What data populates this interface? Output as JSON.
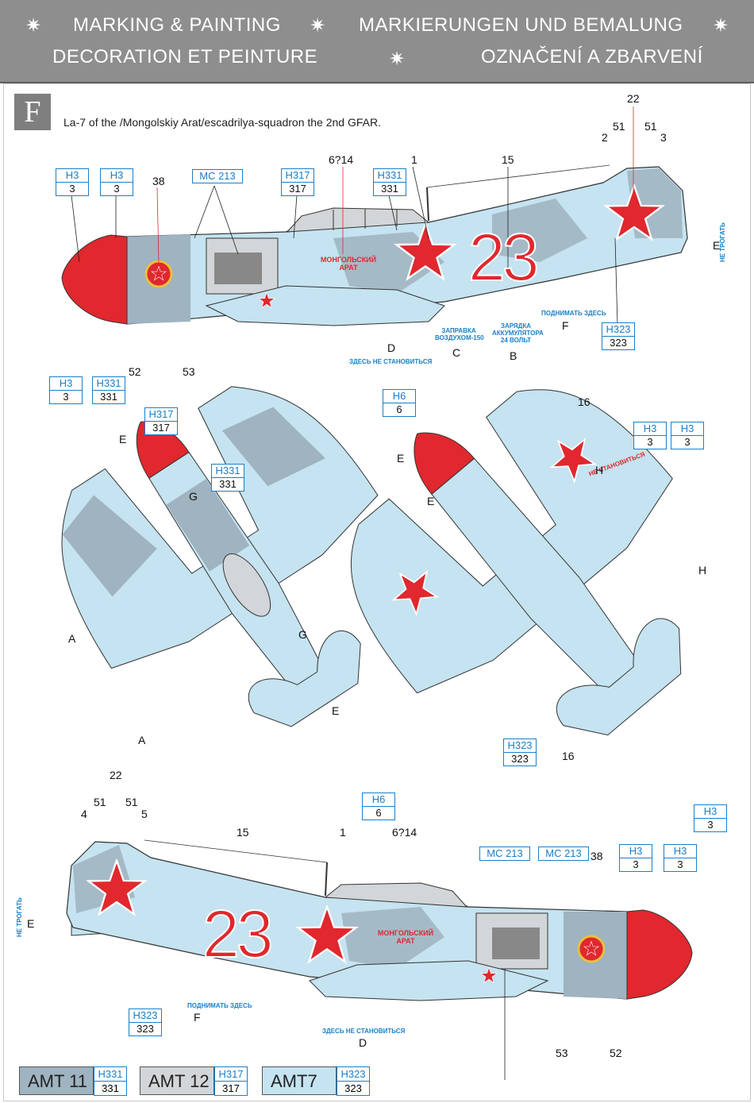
{
  "header": {
    "line1_left": "MARKING & PAINTING",
    "line1_right": "MARKIERUNGEN UND BEMALUNG",
    "line2_left": "DECORATION ET PEINTURE",
    "line2_right": "OZNAČENÍ A ZBARVENÍ",
    "separator": "✷"
  },
  "section_letter": "F",
  "caption": "La-7 of the /Mongolskiy Arat/escadrilya-squadron the 2nd GFAR.",
  "side_top": {
    "codes": [
      {
        "name": "H3",
        "num": "3"
      },
      {
        "name": "H3",
        "num": "3"
      },
      {
        "name": "MC 213",
        "num": ""
      },
      {
        "name": "H317",
        "num": "317"
      },
      {
        "name": "H331",
        "num": "331"
      },
      {
        "name": "H323",
        "num": "323"
      }
    ],
    "callouts": [
      "38",
      "6?14",
      "1",
      "15",
      "22",
      "2",
      "51",
      "51",
      "3",
      "E",
      "52",
      "53",
      "D",
      "C",
      "B",
      "F"
    ],
    "tail_number": "23",
    "fuselage_text": "МОНГОЛЬСКИЙ АРАТ",
    "notes": {
      "no_step": "ЗДЕСЬ НЕ СТАНОВИТЬСЯ",
      "air_fill": "ЗАПРАВКА ВОЗДУХОМ-150",
      "battery": "ЗАРЯДКА АККУМУЛЯТОРА 24 ВОЛЬТ",
      "lift_here": "ПОДНИМАТЬ ЗДЕСЬ",
      "do_not_touch": "НЕ ТРОГАТЬ"
    }
  },
  "top_view": {
    "codes": [
      {
        "name": "H3",
        "num": "3"
      },
      {
        "name": "H331",
        "num": "331"
      },
      {
        "name": "H317",
        "num": "317"
      },
      {
        "name": "H331",
        "num": "331"
      },
      {
        "name": "H6",
        "num": "6"
      }
    ],
    "callouts": [
      "E",
      "G",
      "E",
      "E",
      "A",
      "G",
      "E",
      "A"
    ]
  },
  "bottom_view": {
    "codes": [
      {
        "name": "H6",
        "num": "6"
      },
      {
        "name": "H3",
        "num": "3"
      },
      {
        "name": "H3",
        "num": "3"
      },
      {
        "name": "H323",
        "num": "323"
      },
      {
        "name": "H3",
        "num": "3"
      }
    ],
    "callouts": [
      "16",
      "H",
      "H",
      "16"
    ],
    "note": "НЕ СТАНОВИТЬСЯ"
  },
  "side_bottom": {
    "codes": [
      {
        "name": "MC 213",
        "num": ""
      },
      {
        "name": "MC 213",
        "num": ""
      },
      {
        "name": "H3",
        "num": "3"
      },
      {
        "name": "H3",
        "num": "3"
      },
      {
        "name": "H323",
        "num": "323"
      }
    ],
    "callouts": [
      "22",
      "51",
      "51",
      "4",
      "5",
      "15",
      "1",
      "6?14",
      "38",
      "E",
      "F",
      "D",
      "53",
      "52"
    ],
    "tail_number": "23"
  },
  "swatches": [
    {
      "label": "AMT 11",
      "code": "H331",
      "num": "331",
      "color": "#9fb3c0"
    },
    {
      "label": "AMT 12",
      "code": "H317",
      "num": "317",
      "color": "#d3d6d8"
    },
    {
      "label": "AMT7",
      "code": "H323",
      "num": "323",
      "color": "#c5e3f0"
    }
  ],
  "colors": {
    "light_blue": "#c5e3f0",
    "grey_blue": "#9fb3c0",
    "red": "#e0282e",
    "callout_blue": "#1a7fc8"
  }
}
